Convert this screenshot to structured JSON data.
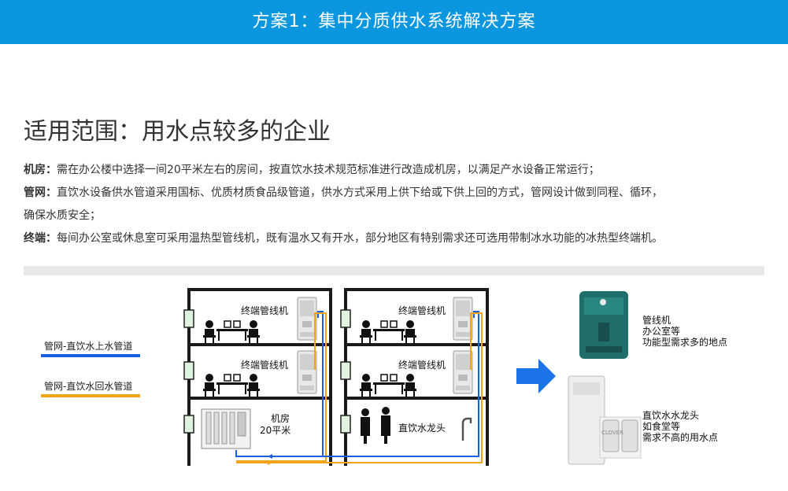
{
  "header": {
    "title": "方案1：集中分质供水系统解决方案"
  },
  "scope": {
    "title": "适用范围：用水点较多的企业"
  },
  "description": [
    {
      "term": "机房：",
      "text": "需在办公楼中选择一间20平米左右的房间，按直饮水技术规范标准进行改造成机房，以满足产水设备正常运行；"
    },
    {
      "term": "管网：",
      "text": "直饮水设备供水管道采用国标、优质材质食品级管道，供水方式采用上供下给或下供上回的方式，管网设计做到同程、循环，"
    },
    {
      "term": "",
      "text": "确保水质安全；"
    },
    {
      "term": "终端：",
      "text": "每间办公室或休息室可采用温热型管线机，既有温水又有开水，部分地区有特别需求还可选用带制冰水功能的冰热型终端机。"
    }
  ],
  "legend": {
    "supply_label": "管网-直饮水上水管道",
    "return_label": "管网-直饮水回水管道",
    "supply_color": "#1a5fe0",
    "return_color": "#f5a31a"
  },
  "building": {
    "terminal_label": "终端管线机",
    "machine_room_label": "机房",
    "machine_room_size": "20平米",
    "faucet_label": "直饮水龙头"
  },
  "products": {
    "pipeline_machine": {
      "line1": "管线机",
      "line2": "办公室等",
      "line3": "功能型需求多的地点"
    },
    "faucet": {
      "line1": "直饮水水龙头",
      "line2": "如食堂等",
      "line3": "需求不高的用水点"
    },
    "faucet_brand": "CLOVER"
  },
  "colors": {
    "header_bg": "#0a97e0",
    "arrow": "#1a73e8",
    "floor": "#1a1a1a"
  }
}
